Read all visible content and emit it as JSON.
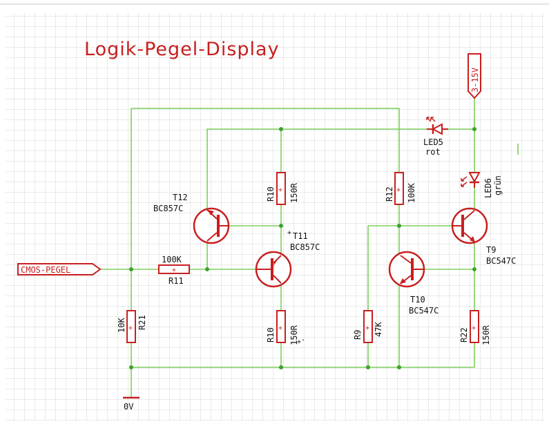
{
  "title": "Logik-Pegel-Display",
  "colors": {
    "grid": "#d4d4d4",
    "wire": "#7ccf5c",
    "junction": "#3da12a",
    "component": "#c81e1e",
    "text": "#111111",
    "title": "#c81e1e"
  },
  "ports": {
    "input": "CMOS-PEGEL",
    "supply": "3-15V",
    "ground": "0V"
  },
  "components": {
    "led5": {
      "name": "LED5",
      "value": "rot"
    },
    "led6": {
      "name": "LED6",
      "value": "grün"
    },
    "r10a": {
      "name": "R10",
      "value": "150R"
    },
    "r10b": {
      "name": "R10",
      "value": "150R"
    },
    "r12": {
      "name": "R12",
      "value": "100K"
    },
    "r11": {
      "name": "R11",
      "value": "100K"
    },
    "r21": {
      "name": "R21",
      "value": "10K"
    },
    "r9": {
      "name": "R9",
      "value": "47K"
    },
    "r22": {
      "name": "R22",
      "value": "150R"
    },
    "t12": {
      "name": "T12",
      "value": "BC857C"
    },
    "t11": {
      "name": "T11",
      "value": "BC857C"
    },
    "t10": {
      "name": "T10",
      "value": "BC547C"
    },
    "t9": {
      "name": "T9",
      "value": "BC547C"
    }
  },
  "marks": {
    "plus": "+"
  }
}
